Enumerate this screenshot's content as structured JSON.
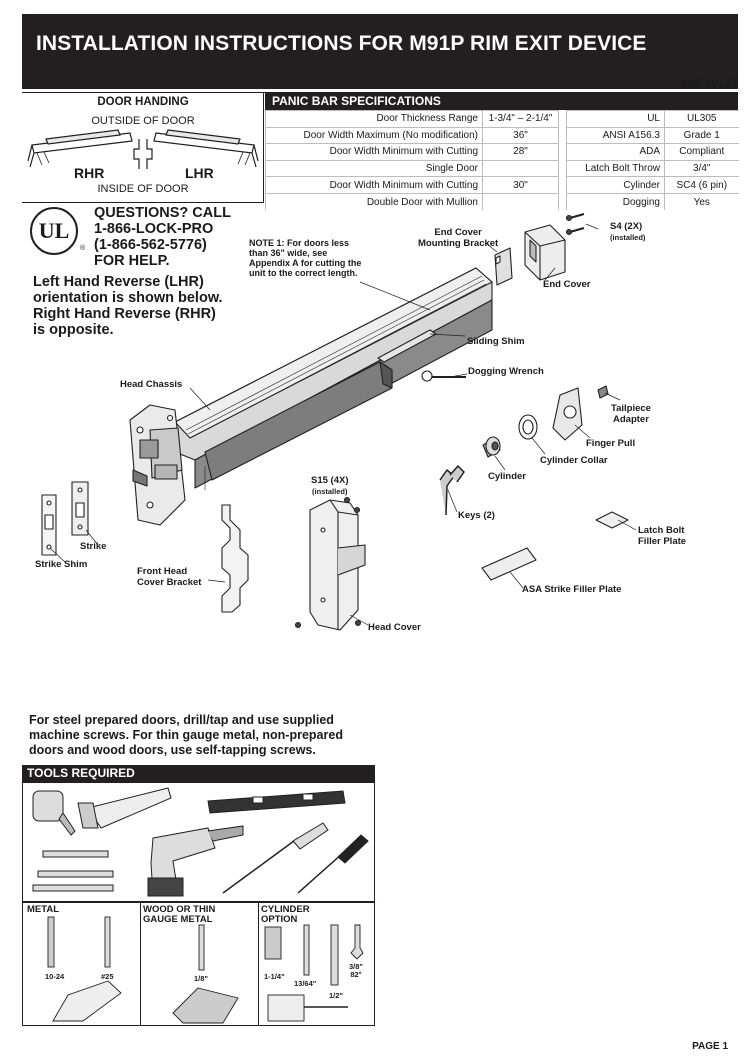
{
  "header": {
    "title": "INSTALLATION INSTRUCTIONS FOR M91P RIM EXIT DEVICE",
    "doc_number": "999-30127"
  },
  "door_handing": {
    "title": "DOOR HANDING",
    "outside": "OUTSIDE OF DOOR",
    "inside": "INSIDE OF DOOR",
    "rhr": "RHR",
    "lhr": "LHR"
  },
  "specs": {
    "title": "PANIC BAR SPECIFICATIONS",
    "rows": [
      {
        "label": "Door Thickness Range",
        "value": "1-3/4\" – 2-1/4\"",
        "label2": "UL",
        "value2": "UL305"
      },
      {
        "label": "Door Width Maximum (No modification)",
        "value": "36\"",
        "label2": "ANSI A156.3",
        "value2": "Grade 1"
      },
      {
        "label": "Door Width Minimum with Cutting",
        "value": "28\"",
        "label2": "ADA",
        "value2": "Compliant"
      },
      {
        "label": "Single Door",
        "value": "",
        "label2": "Latch Bolt Throw",
        "value2": "3/4\""
      },
      {
        "label": "Door Width Minimum with Cutting",
        "value": "30\"",
        "label2": "Cylinder",
        "value2": "SC4 (6 pin)"
      },
      {
        "label": "Double Door with Mullion",
        "value": "",
        "label2": "Dogging",
        "value2": "Yes"
      }
    ]
  },
  "ul_logo": {
    "text": "UL",
    "mark": "®"
  },
  "help": {
    "line1": "QUESTIONS? CALL",
    "line2": "1-866-LOCK-PRO",
    "line3": "(1-866-562-5776)",
    "line4": "FOR HELP."
  },
  "orientation_note": {
    "line1": "Left Hand Reverse (LHR)",
    "line2": "orientation is shown below.",
    "line3": "Right Hand Reverse (RHR)",
    "line4": "is opposite."
  },
  "note1": {
    "line1": "NOTE 1: For doors less",
    "line2": "than 36\" wide, see",
    "line3": "Appendix A for cutting the",
    "line4": "unit to the correct length."
  },
  "parts": {
    "end_cover_bracket_1": "End Cover",
    "end_cover_bracket_2": "Mounting Bracket",
    "s4_1": "S4 (2X)",
    "s4_2": "(installed)",
    "end_cover": "End Cover",
    "sliding_shim": "Sliding Shim",
    "dogging_wrench": "Dogging Wrench",
    "head_chassis": "Head Chassis",
    "tailpiece_1": "Tailpiece",
    "tailpiece_2": "Adapter",
    "finger_pull": "Finger Pull",
    "cylinder_collar": "Cylinder Collar",
    "cylinder": "Cylinder",
    "s15_1": "S15 (4X)",
    "s15_2": "(installed)",
    "keys": "Keys (2)",
    "latch_filler_1": "Latch Bolt",
    "latch_filler_2": "Filler Plate",
    "strike": "Strike",
    "strike_shim": "Strike Shim",
    "front_bracket_1": "Front Head",
    "front_bracket_2": "Cover Bracket",
    "asa_filler": "ASA Strike Filler Plate",
    "head_cover": "Head Cover"
  },
  "steel_note": {
    "line1": "For steel prepared doors, drill/tap and use supplied",
    "line2": "machine screws. For thin gauge metal, non-prepared",
    "line3": "doors and wood doors, use self-tapping screws."
  },
  "tools": {
    "title": "TOOLS REQUIRED"
  },
  "drill": {
    "metal_title": "METAL",
    "metal_bit1": "10-24",
    "metal_bit2": "#25",
    "wood_title_1": "WOOD OR THIN",
    "wood_title_2": "GAUGE METAL",
    "wood_bit": "1/8\"",
    "cyl_title_1": "CYLINDER",
    "cyl_title_2": "OPTION",
    "cyl_bit1": "1-1/4\"",
    "cyl_bit2": "13/64\"",
    "cyl_bit3": "1/2\"",
    "cyl_bit4_1": "3/8\"",
    "cyl_bit4_2": "82°"
  },
  "footer": {
    "page": "PAGE 1"
  },
  "colors": {
    "header_bg": "#231f20",
    "text": "#1a1a1a"
  }
}
